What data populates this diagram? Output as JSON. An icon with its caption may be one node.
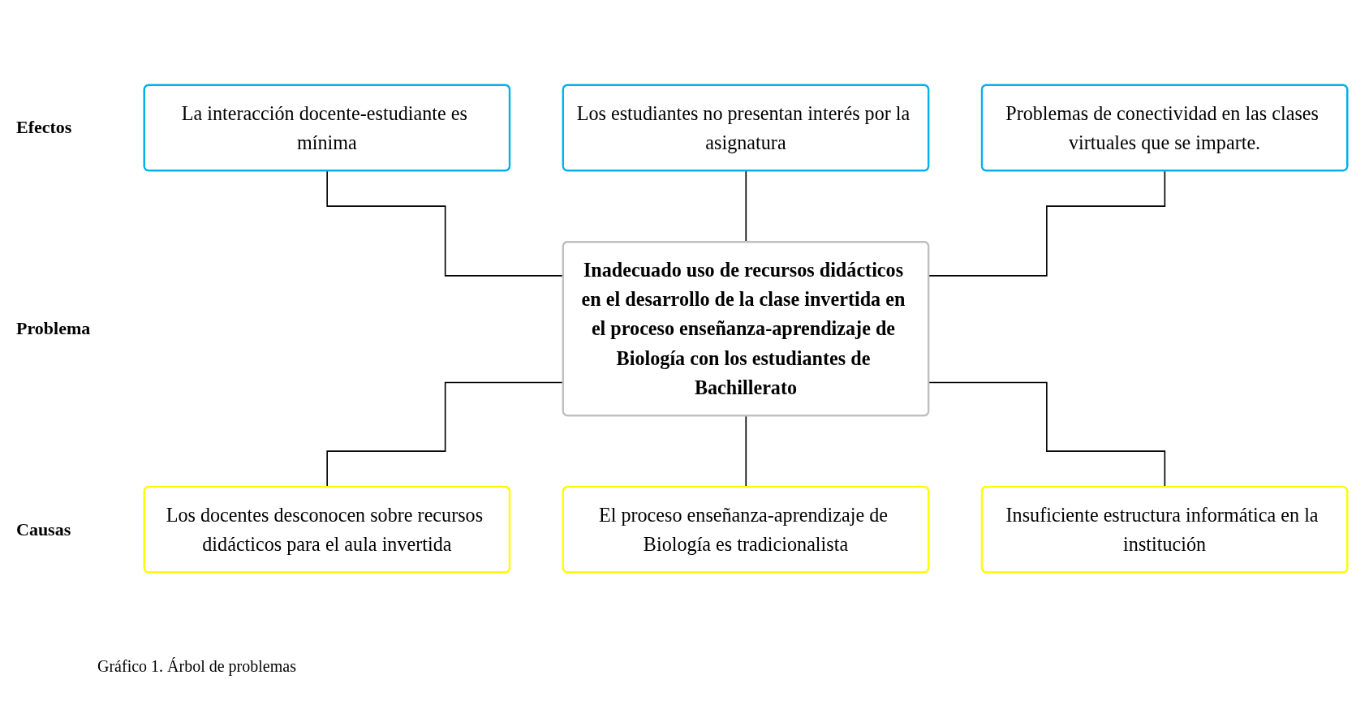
{
  "diagram": {
    "caption": "Gráfico 1. Árbol de problemas",
    "nodes": [
      {
        "text": [
          "La interacción docente-estudiante es mínima"
        ]
      },
      {
        "text": [
          "Los estudiantes no presentan interés por la asignatura"
        ]
      },
      {
        "text": [
          "Problemas de conectividad en las clases virtuales que se imparte."
        ]
      },
      {
        "text": [
          "Inadecuado uso de recursos didácticos en el desarrollo de la clase invertida en el proceso enseñanza-aprendizaje de Biología con los estudiantes de Bachillerato"
        ]
      },
      {
        "text": [
          "Los docentes desconocen sobre recursos didácticos para el aula invertida"
        ]
      },
      {
        "text": [
          "El proceso enseñanza-aprendizaje de Biología es tradicionalista"
        ]
      },
      {
        "text": [
          "Insuficiente estructura informática en la institución"
        ]
      }
    ],
    "edges": [
      {
        "from": 0,
        "to": 3,
        "arrow": "none"
      },
      {
        "from": 1,
        "to": 3,
        "arrow": "none"
      },
      {
        "from": 2,
        "to": 3,
        "arrow": "none"
      },
      {
        "from": 3,
        "to": 4,
        "arrow": "none"
      },
      {
        "from": 3,
        "to": 5,
        "arrow": "none"
      },
      {
        "from": 3,
        "to": 6,
        "arrow": "none"
      }
    ],
    "labels": [
      "Efectos",
      "Problema",
      "Causas"
    ]
  }
}
